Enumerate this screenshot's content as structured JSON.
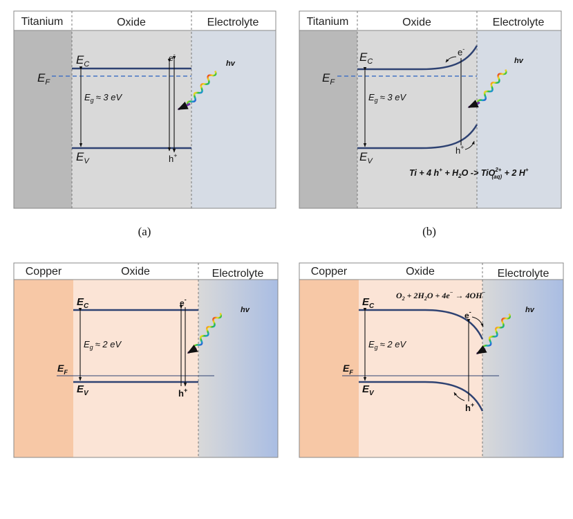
{
  "panel_a": {
    "metal_label": "Titanium",
    "oxide_label": "Oxide",
    "electrolyte_label": "Electrolyte",
    "ec": "E",
    "ec_sub": "C",
    "ev": "E",
    "ev_sub": "V",
    "ef": "E",
    "ef_sub": "F",
    "eg_main": "E",
    "eg_sub": "g",
    "eg_rest": "≈ 3 eV",
    "electron": "e",
    "electron_sup": "-",
    "hole": "h",
    "hole_sup": "+",
    "photon": "hv",
    "caption": "(a)"
  },
  "panel_b": {
    "metal_label": "Titanium",
    "oxide_label": "Oxide",
    "electrolyte_label": "Electrolyte",
    "ec": "E",
    "ec_sub": "C",
    "ev": "E",
    "ev_sub": "V",
    "ef": "E",
    "ef_sub": "F",
    "eg_main": "E",
    "eg_sub": "g",
    "eg_rest": "≈ 3 eV",
    "electron": "e",
    "electron_sup": "-",
    "hole": "h",
    "hole_sup": "+",
    "photon": "hv",
    "reaction_1": "Ti + 4 h",
    "reaction_1_sup": "+",
    "reaction_2": " + H",
    "reaction_2_sub": "2",
    "reaction_3": "O -> TiO",
    "reaction_3_sup": "2+",
    "reaction_3_sub": "(aq)",
    "reaction_4": " + 2 H",
    "reaction_4_sup": "+",
    "caption": "(b)"
  },
  "panel_c": {
    "metal_label": "Copper",
    "oxide_label": "Oxide",
    "electrolyte_label": "Electrolyte",
    "ec": "E",
    "ec_sub": "C",
    "ev": "E",
    "ev_sub": "V",
    "ef": "E",
    "ef_sub": "F",
    "eg_main": "E",
    "eg_sub": "g",
    "eg_rest": "≈ 2 eV",
    "electron": "e",
    "electron_sup": "-",
    "hole": "h",
    "hole_sup": "+",
    "photon": "hv"
  },
  "panel_d": {
    "metal_label": "Copper",
    "oxide_label": "Oxide",
    "electrolyte_label": "Electrolyte",
    "ec": "E",
    "ec_sub": "C",
    "ev": "E",
    "ev_sub": "V",
    "ef": "E",
    "ef_sub": "F",
    "eg_main": "E",
    "eg_sub": "g",
    "eg_rest": "≈ 2 eV",
    "electron": "e",
    "electron_sup": "-",
    "hole": "h",
    "hole_sup": "+",
    "photon": "hv",
    "reaction_1": "O",
    "reaction_1_sub": "2",
    "reaction_2": " + 2H",
    "reaction_2_sub": "2",
    "reaction_3": "O + 4e",
    "reaction_3_sup": "−",
    "reaction_4": " → 4OH",
    "reaction_4_sup": "−"
  },
  "colors": {
    "titanium_metal": "#b9b9b9",
    "titanium_oxide": "#d9d9d9",
    "titanium_electrolyte": "#d6dce5",
    "copper_metal": "#f7c8a6",
    "copper_oxide": "#fbe4d6",
    "band_line": "#2e4272",
    "fermi_dashed": "#4472c4",
    "photon_arrow": "#7030a0"
  }
}
